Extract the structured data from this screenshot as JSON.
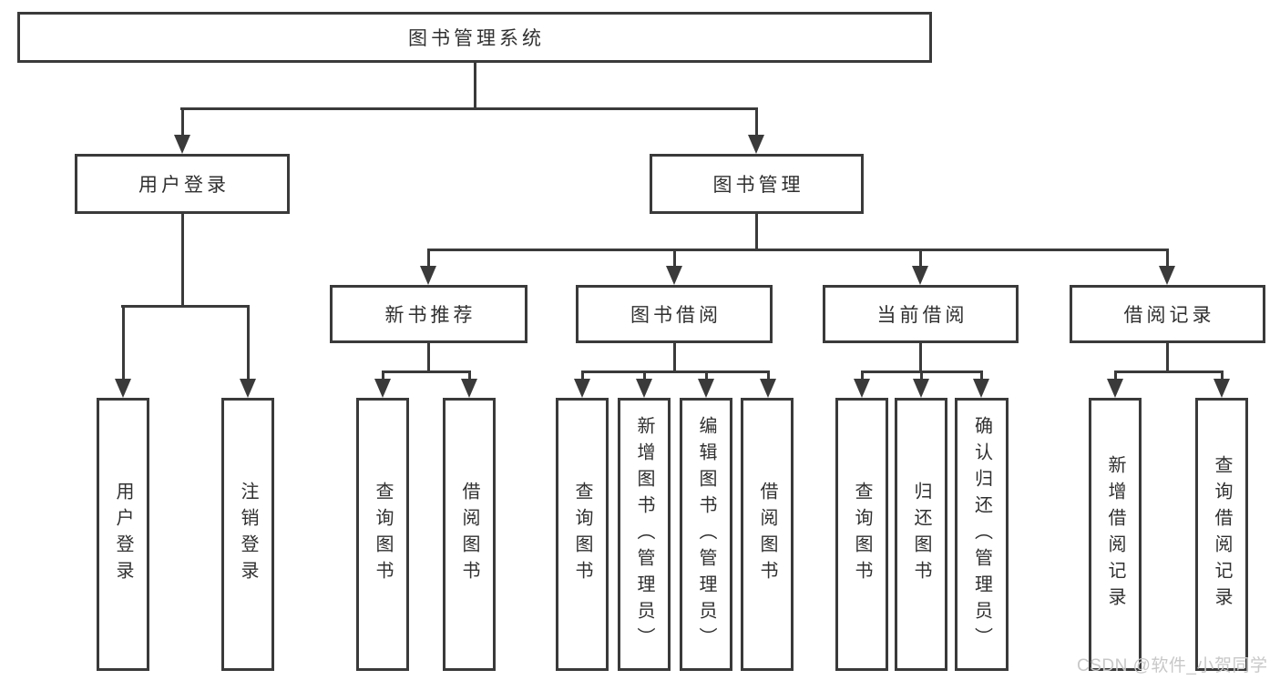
{
  "diagram": {
    "type": "tree",
    "title": "图书管理系统",
    "branches": [
      {
        "label": "用户登录",
        "children": [
          "用户登录",
          "注销登录"
        ]
      },
      {
        "label": "图书管理",
        "children": [
          {
            "label": "新书推荐",
            "children": [
              "查询图书",
              "借阅图书"
            ]
          },
          {
            "label": "图书借阅",
            "children": [
              "查询图书",
              "新增图书（管理员）",
              "编辑图书（管理员）",
              "借阅图书"
            ]
          },
          {
            "label": "当前借阅",
            "children": [
              "查询图书",
              "归还图书",
              "确认归还（管理员）"
            ]
          },
          {
            "label": "借阅记录",
            "children": [
              "新增借阅记录",
              "查询借阅记录"
            ]
          }
        ]
      }
    ]
  },
  "watermark": {
    "text": "CSDN @软件_小贺同学"
  },
  "colors": {
    "line": "#3a3a3a",
    "text": "#303030",
    "watermark": "#c8c8c8",
    "background": "#ffffff"
  }
}
